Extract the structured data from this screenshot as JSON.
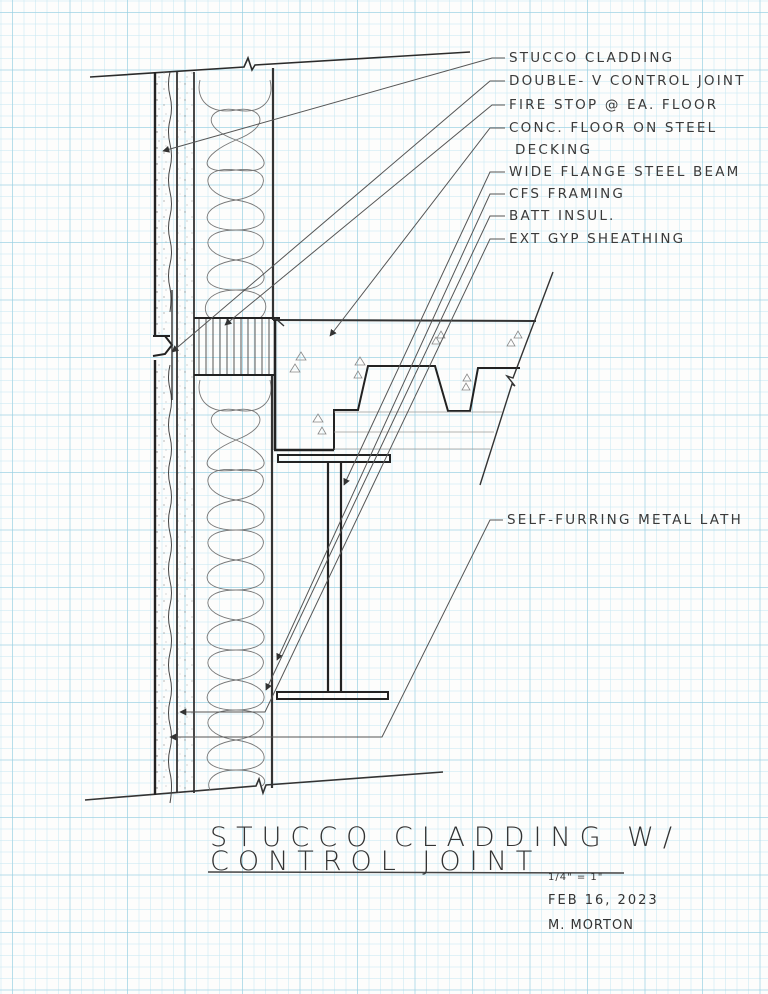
{
  "drawing": {
    "title_line1": "STUCCO CLADDING W/",
    "title_line2": "CONTROL JOINT",
    "scale": "1/4\" = 1\"",
    "date": "FEB 16, 2023",
    "author": "M. MORTON"
  },
  "callouts": [
    {
      "id": "stucco-cladding",
      "text": "STUCCO CLADDING"
    },
    {
      "id": "double-v-control-joint",
      "text": "DOUBLE- V CONTROL JOINT"
    },
    {
      "id": "fire-stop",
      "text": "FIRE STOP @ EA. FLOOR"
    },
    {
      "id": "conc-floor",
      "text": "CONC. FLOOR ON STEEL"
    },
    {
      "id": "conc-floor-line2",
      "text": "DECKING"
    },
    {
      "id": "wide-flange-beam",
      "text": "WIDE FLANGE STEEL BEAM"
    },
    {
      "id": "cfs-framing",
      "text": "CFS FRAMING"
    },
    {
      "id": "batt-insul",
      "text": "BATT INSUL."
    },
    {
      "id": "ext-gyp-sheathing",
      "text": "EXT GYP SHEATHING"
    },
    {
      "id": "self-furring-lath",
      "text": "SELF-FURRING METAL LATH"
    }
  ],
  "colors": {
    "pencil_dark": "#2b2b2b",
    "pencil_mid": "#555555",
    "pencil_light": "#8a8a8a",
    "grid_major": "#96cde1",
    "grid_minor": "#c8e8f2",
    "paper": "#fdfdfc"
  }
}
